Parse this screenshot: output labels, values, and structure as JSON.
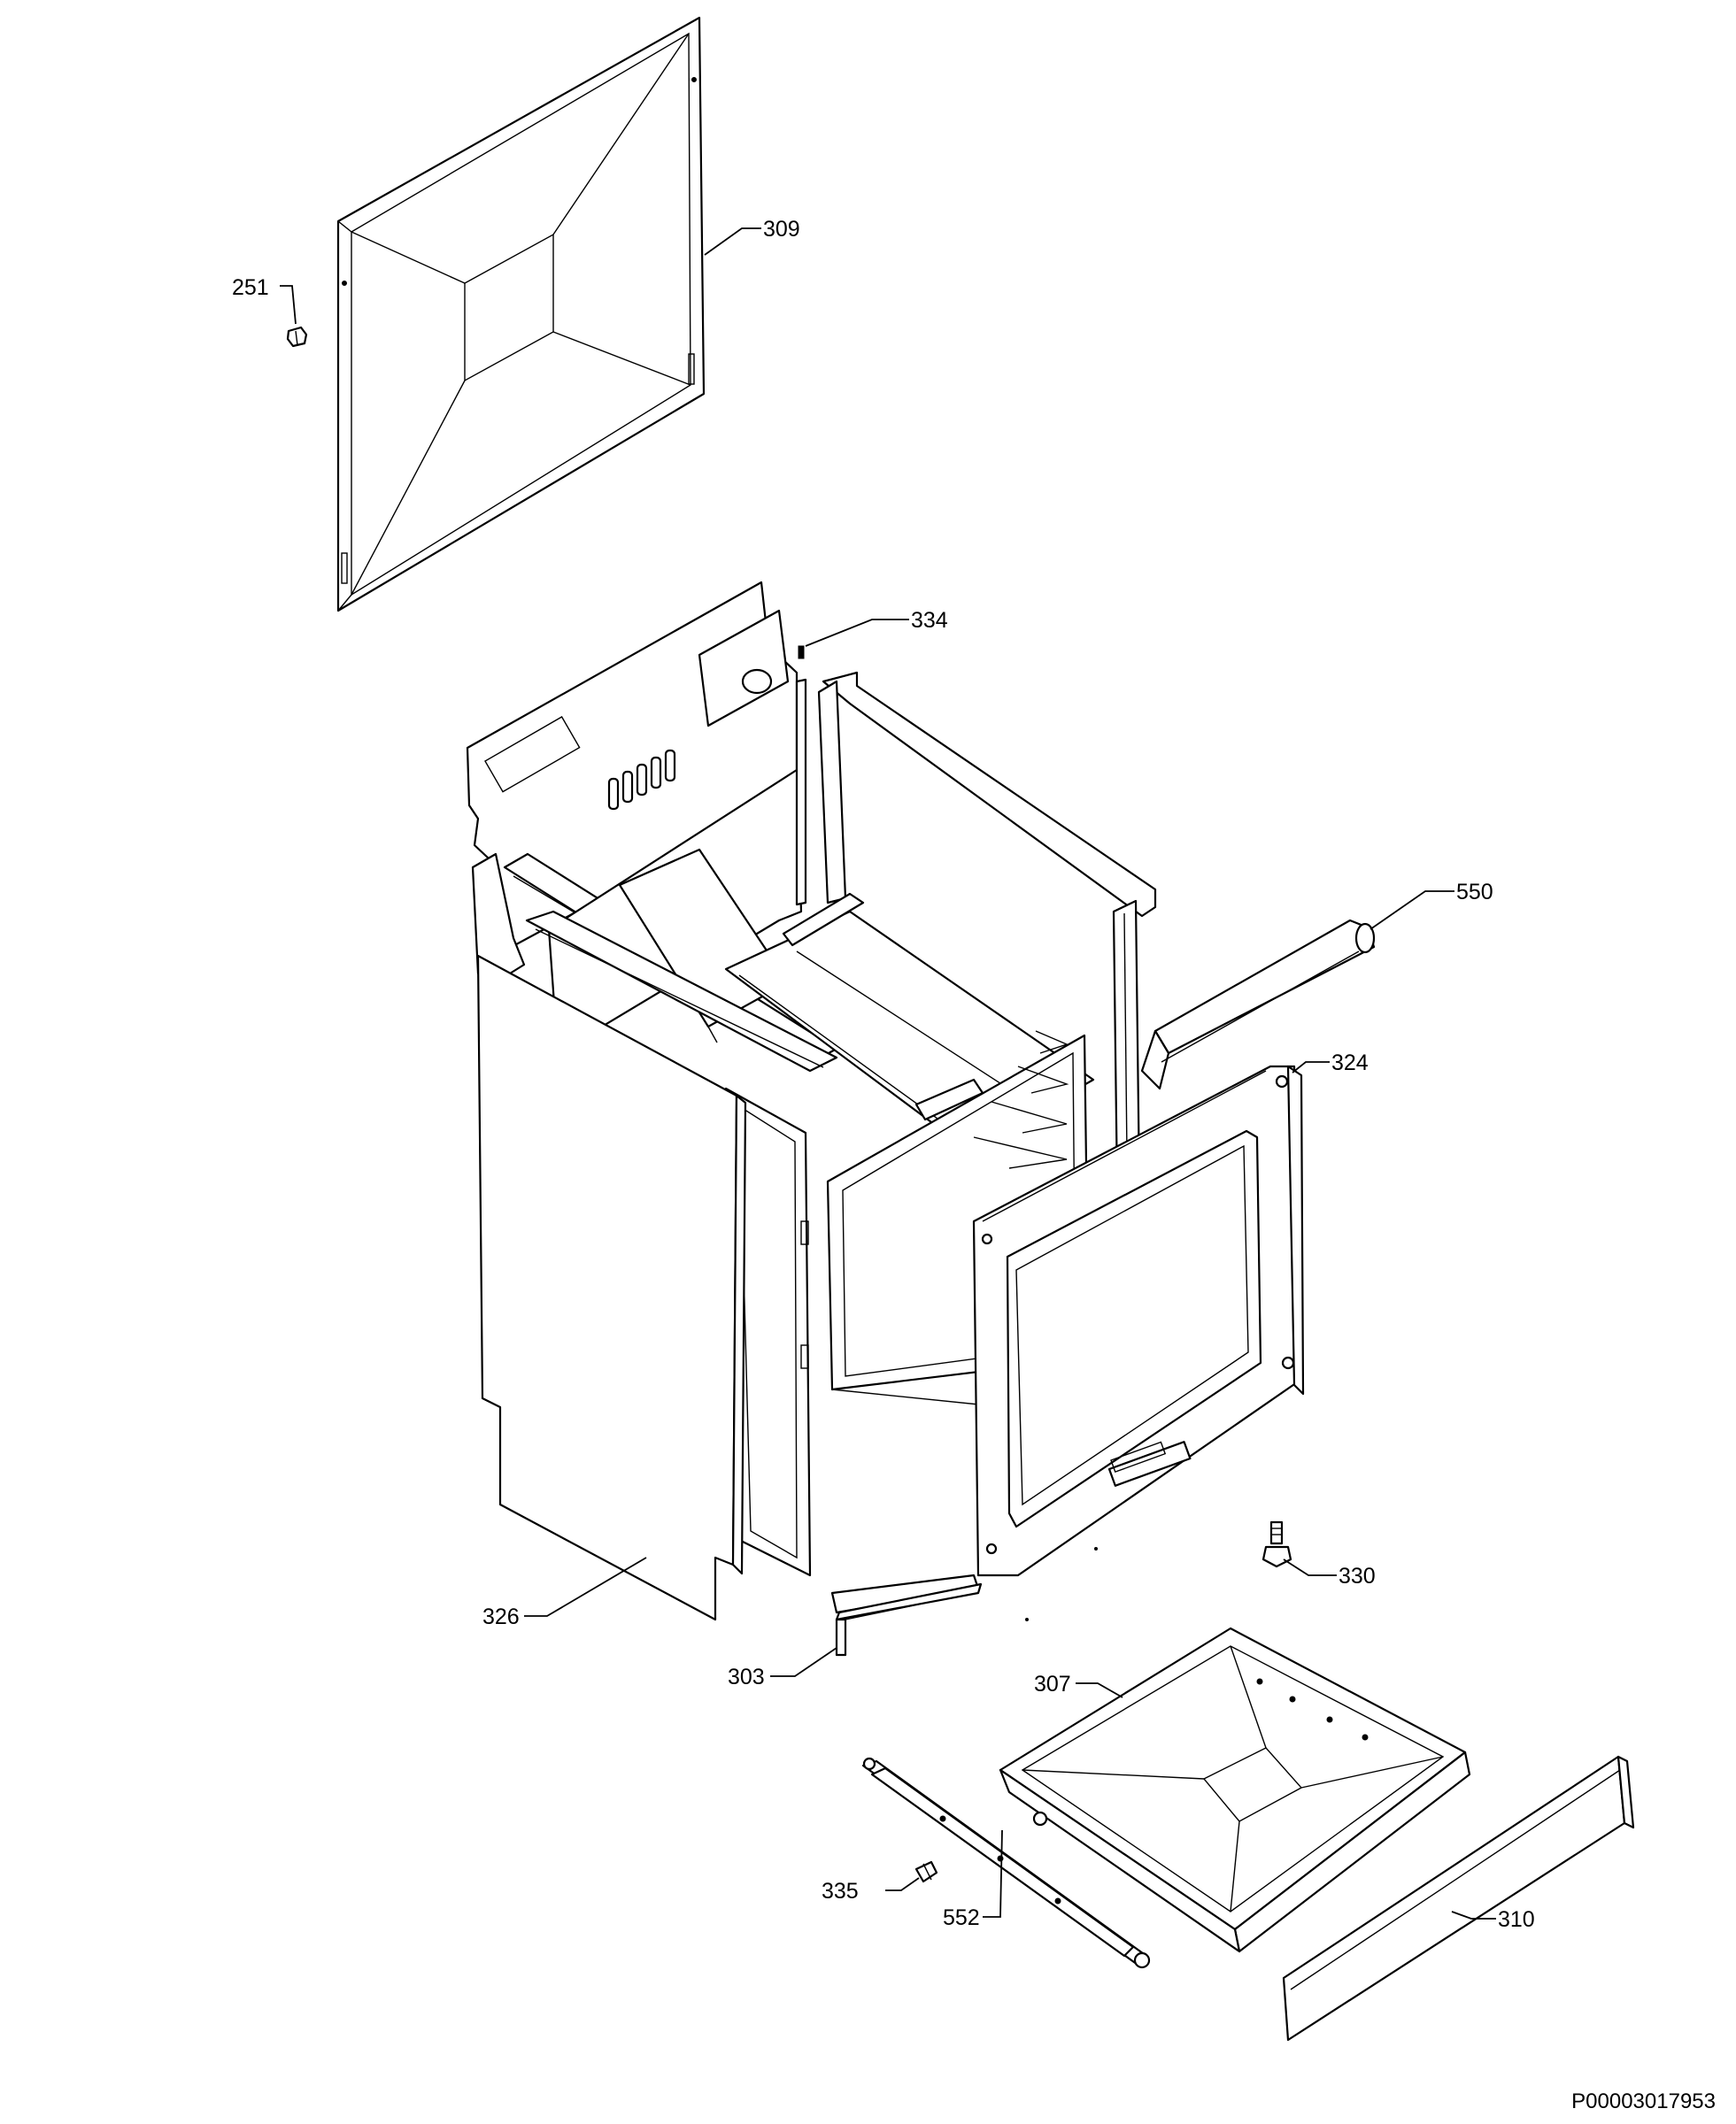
{
  "callouts": {
    "c251": "251",
    "c309": "309",
    "c334": "334",
    "c550": "550",
    "c324": "324",
    "c330": "330",
    "c326": "326",
    "c303": "303",
    "c307": "307",
    "c335": "335",
    "c552": "552",
    "c310": "310"
  },
  "document_id": "P00003017953"
}
